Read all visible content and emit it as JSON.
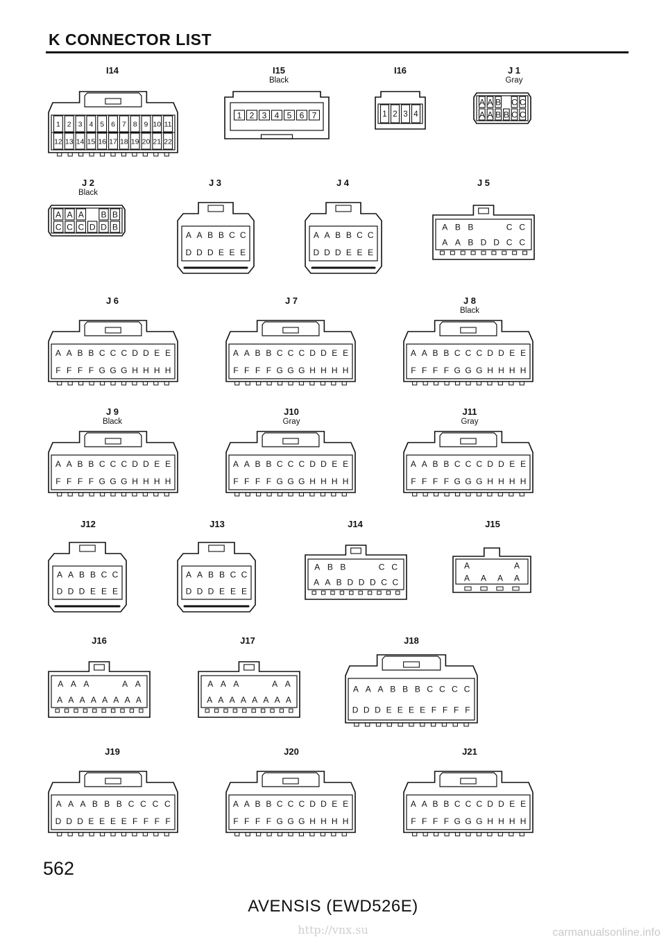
{
  "header": {
    "title": "K  CONNECTOR LIST"
  },
  "page_number": "562",
  "footer": {
    "model": "AVENSIS (EWD526E)",
    "url": "http://vnx.su",
    "watermark": "carmanualsonline.info"
  },
  "connectors": [
    {
      "id": "I14",
      "color": "",
      "style": "pinbox",
      "rows": [
        [
          "1",
          "2",
          "3",
          "4",
          "5",
          "6",
          "7",
          "8",
          "9",
          "10",
          "11"
        ],
        [
          "12",
          "13",
          "14",
          "15",
          "16",
          "17",
          "18",
          "19",
          "20",
          "21",
          "22"
        ]
      ]
    },
    {
      "id": "I15",
      "color": "Black",
      "style": "boxed",
      "rows": [
        [
          "1",
          "2",
          "3",
          "4",
          "5",
          "6",
          "7"
        ]
      ]
    },
    {
      "id": "I16",
      "color": "",
      "style": "small",
      "rows": [
        [
          "1",
          "2",
          "3",
          "4"
        ]
      ]
    },
    {
      "id": "J 1",
      "color": "Gray",
      "style": "small2",
      "rows": [
        [
          "A",
          "A",
          "B",
          "",
          "C",
          "C"
        ],
        [
          "A",
          "A",
          "B",
          "B",
          "C",
          "C"
        ]
      ]
    },
    {
      "id": "J 2",
      "color": "Black",
      "style": "small2",
      "rows": [
        [
          "A",
          "A",
          "A",
          "",
          "B",
          "B"
        ],
        [
          "C",
          "C",
          "C",
          "D",
          "D",
          "B"
        ]
      ]
    },
    {
      "id": "J 3",
      "color": "",
      "style": "tall",
      "rows": [
        [
          "A",
          "A",
          "B",
          "B",
          "C",
          "C"
        ],
        [
          "D",
          "D",
          "D",
          "E",
          "E",
          "E"
        ]
      ]
    },
    {
      "id": "J 4",
      "color": "",
      "style": "tall",
      "rows": [
        [
          "A",
          "A",
          "B",
          "B",
          "C",
          "C"
        ],
        [
          "D",
          "D",
          "D",
          "E",
          "E",
          "E"
        ]
      ]
    },
    {
      "id": "J 5",
      "color": "",
      "style": "wide",
      "rows": [
        [
          "A",
          "B",
          "B",
          "",
          "",
          "C",
          "C"
        ],
        [
          "A",
          "A",
          "B",
          "D",
          "D",
          "C",
          "C"
        ]
      ]
    },
    {
      "id": "J 6",
      "color": "",
      "style": "big",
      "rows": [
        [
          "A",
          "A",
          "B",
          "B",
          "C",
          "C",
          "C",
          "D",
          "D",
          "E",
          "E"
        ],
        [
          "F",
          "F",
          "F",
          "F",
          "G",
          "G",
          "G",
          "H",
          "H",
          "H",
          "H"
        ]
      ]
    },
    {
      "id": "J 7",
      "color": "",
      "style": "big",
      "rows": [
        [
          "A",
          "A",
          "B",
          "B",
          "C",
          "C",
          "C",
          "D",
          "D",
          "E",
          "E"
        ],
        [
          "F",
          "F",
          "F",
          "F",
          "G",
          "G",
          "G",
          "H",
          "H",
          "H",
          "H"
        ]
      ]
    },
    {
      "id": "J 8",
      "color": "Black",
      "style": "big",
      "rows": [
        [
          "A",
          "A",
          "B",
          "B",
          "C",
          "C",
          "C",
          "D",
          "D",
          "E",
          "E"
        ],
        [
          "F",
          "F",
          "F",
          "F",
          "G",
          "G",
          "G",
          "H",
          "H",
          "H",
          "H"
        ]
      ]
    },
    {
      "id": "J 9",
      "color": "Black",
      "style": "big",
      "rows": [
        [
          "A",
          "A",
          "B",
          "B",
          "C",
          "C",
          "C",
          "D",
          "D",
          "E",
          "E"
        ],
        [
          "F",
          "F",
          "F",
          "F",
          "G",
          "G",
          "G",
          "H",
          "H",
          "H",
          "H"
        ]
      ]
    },
    {
      "id": "J10",
      "color": "Gray",
      "style": "big",
      "rows": [
        [
          "A",
          "A",
          "B",
          "B",
          "C",
          "C",
          "C",
          "D",
          "D",
          "E",
          "E"
        ],
        [
          "F",
          "F",
          "F",
          "F",
          "G",
          "G",
          "G",
          "H",
          "H",
          "H",
          "H"
        ]
      ]
    },
    {
      "id": "J11",
      "color": "Gray",
      "style": "big",
      "rows": [
        [
          "A",
          "A",
          "B",
          "B",
          "C",
          "C",
          "C",
          "D",
          "D",
          "E",
          "E"
        ],
        [
          "F",
          "F",
          "F",
          "F",
          "G",
          "G",
          "G",
          "H",
          "H",
          "H",
          "H"
        ]
      ]
    },
    {
      "id": "J12",
      "color": "",
      "style": "tall",
      "rows": [
        [
          "A",
          "A",
          "B",
          "B",
          "C",
          "C"
        ],
        [
          "D",
          "D",
          "D",
          "E",
          "E",
          "E"
        ]
      ]
    },
    {
      "id": "J13",
      "color": "",
      "style": "tall",
      "rows": [
        [
          "A",
          "A",
          "B",
          "B",
          "C",
          "C"
        ],
        [
          "D",
          "D",
          "D",
          "E",
          "E",
          "E"
        ]
      ]
    },
    {
      "id": "J14",
      "color": "",
      "style": "wide",
      "rows": [
        [
          "A",
          "B",
          "B",
          "",
          "",
          "C",
          "C"
        ],
        [
          "A",
          "A",
          "B",
          "D",
          "D",
          "D",
          "C",
          "C"
        ]
      ]
    },
    {
      "id": "J15",
      "color": "",
      "style": "j15",
      "rows": [
        [
          "A",
          "",
          "",
          "A"
        ],
        [
          "A",
          "A",
          "A",
          "A"
        ]
      ]
    },
    {
      "id": "J16",
      "color": "",
      "style": "long",
      "rows": [
        [
          "A",
          "A",
          "A",
          "",
          "",
          "A",
          "A"
        ],
        [
          "A",
          "A",
          "A",
          "A",
          "A",
          "A",
          "A",
          "A"
        ]
      ]
    },
    {
      "id": "J17",
      "color": "",
      "style": "long",
      "rows": [
        [
          "A",
          "A",
          "A",
          "",
          "",
          "A",
          "A"
        ],
        [
          "A",
          "A",
          "A",
          "A",
          "A",
          "A",
          "A",
          "A"
        ]
      ]
    },
    {
      "id": "J18",
      "color": "",
      "style": "big",
      "rows": [
        [
          "A",
          "A",
          "A",
          "B",
          "B",
          "B",
          "C",
          "C",
          "C",
          "C"
        ],
        [
          "D",
          "D",
          "D",
          "E",
          "E",
          "E",
          "E",
          "F",
          "F",
          "F",
          "F"
        ]
      ]
    },
    {
      "id": "J19",
      "color": "",
      "style": "big",
      "rows": [
        [
          "A",
          "A",
          "A",
          "B",
          "B",
          "B",
          "C",
          "C",
          "C",
          "C"
        ],
        [
          "D",
          "D",
          "D",
          "E",
          "E",
          "E",
          "E",
          "F",
          "F",
          "F",
          "F"
        ]
      ]
    },
    {
      "id": "J20",
      "color": "",
      "style": "big",
      "rows": [
        [
          "A",
          "A",
          "B",
          "B",
          "C",
          "C",
          "C",
          "D",
          "D",
          "E",
          "E"
        ],
        [
          "F",
          "F",
          "F",
          "F",
          "G",
          "G",
          "G",
          "H",
          "H",
          "H",
          "H"
        ]
      ]
    },
    {
      "id": "J21",
      "color": "",
      "style": "big",
      "rows": [
        [
          "A",
          "A",
          "B",
          "B",
          "C",
          "C",
          "C",
          "D",
          "D",
          "E",
          "E"
        ],
        [
          "F",
          "F",
          "F",
          "F",
          "G",
          "G",
          "G",
          "H",
          "H",
          "H",
          "H"
        ]
      ]
    }
  ]
}
